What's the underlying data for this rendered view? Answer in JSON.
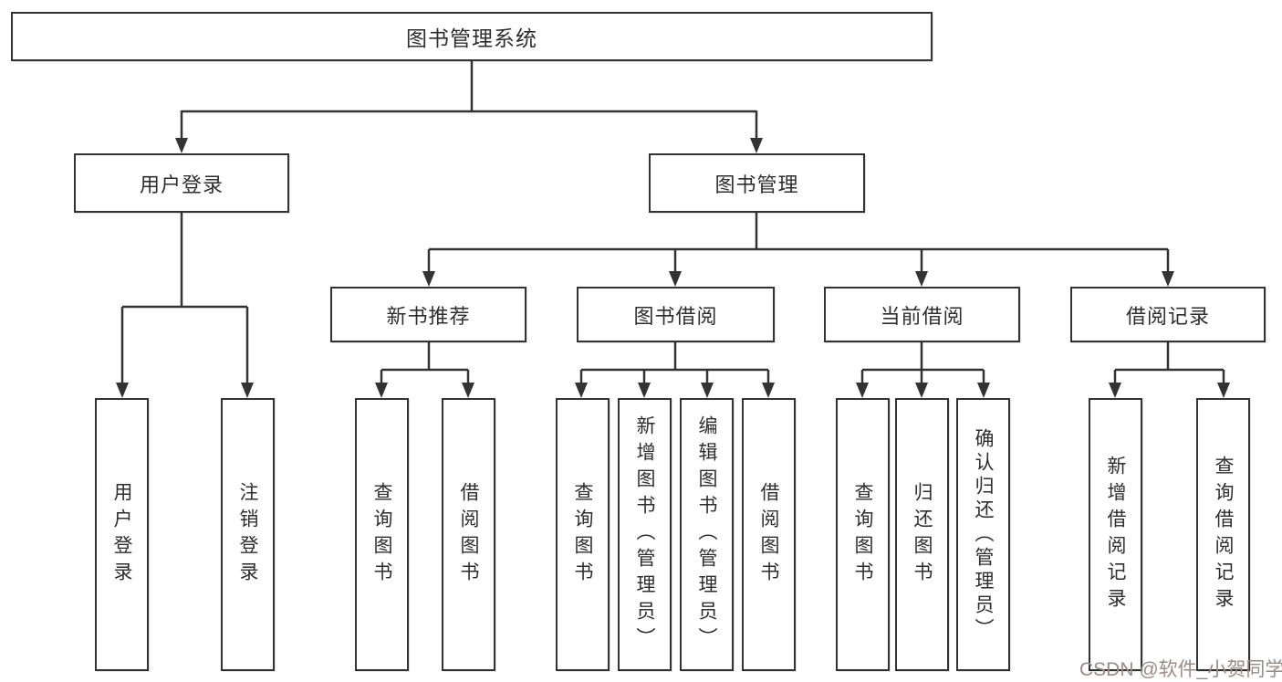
{
  "nodes": {
    "root": "图书管理系统",
    "user_login": "用户登录",
    "book_mgmt": "图书管理",
    "new_book": "新书推荐",
    "book_borrow": "图书借阅",
    "current_borrow": "当前借阅",
    "borrow_records": "借阅记录",
    "leaf_login": "用户登录",
    "leaf_logout": "注销登录",
    "leaf_new_query": "查询图书",
    "leaf_new_borrow": "借阅图书",
    "leaf_bb_query": "查询图书",
    "leaf_bb_add": "新增图书（管理员）",
    "leaf_bb_edit": "编辑图书（管理员）",
    "leaf_bb_borrow": "借阅图书",
    "leaf_cb_query": "查询图书",
    "leaf_cb_return": "归还图书",
    "leaf_cb_confirm": "确认归还（管理员）",
    "leaf_rec_add": "新增借阅记录",
    "leaf_rec_query": "查询借阅记录"
  },
  "watermark": "CSDN @软件_小贺同学",
  "colors": {
    "line": "#333333",
    "box_border": "#333333",
    "text": "#2e2e2e",
    "watermark": "#9a8b8b",
    "background": "#ffffff"
  }
}
